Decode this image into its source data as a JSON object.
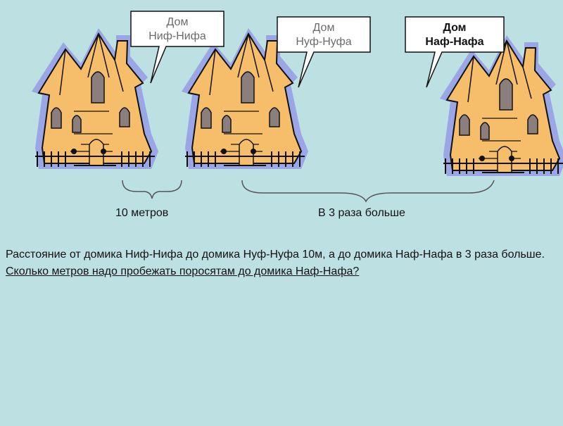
{
  "houses": [
    {
      "line1": "Дом",
      "line2": "Ниф-Нифа"
    },
    {
      "line1": "Дом",
      "line2": "Нуф-Нуфа"
    },
    {
      "line1": "Дом",
      "line2": "Наф-Нафа"
    }
  ],
  "distances": {
    "first": "10 метров",
    "second": "В 3 раза больше"
  },
  "problem": {
    "statement": "Расстояние от домика Ниф-Нифа до домика Нуф-Нуфа 10м, а до домика Наф-Нафа в 3 раза больше.",
    "question": "Сколько метров надо пробежать поросятам до домика Наф-Нафа?"
  }
}
